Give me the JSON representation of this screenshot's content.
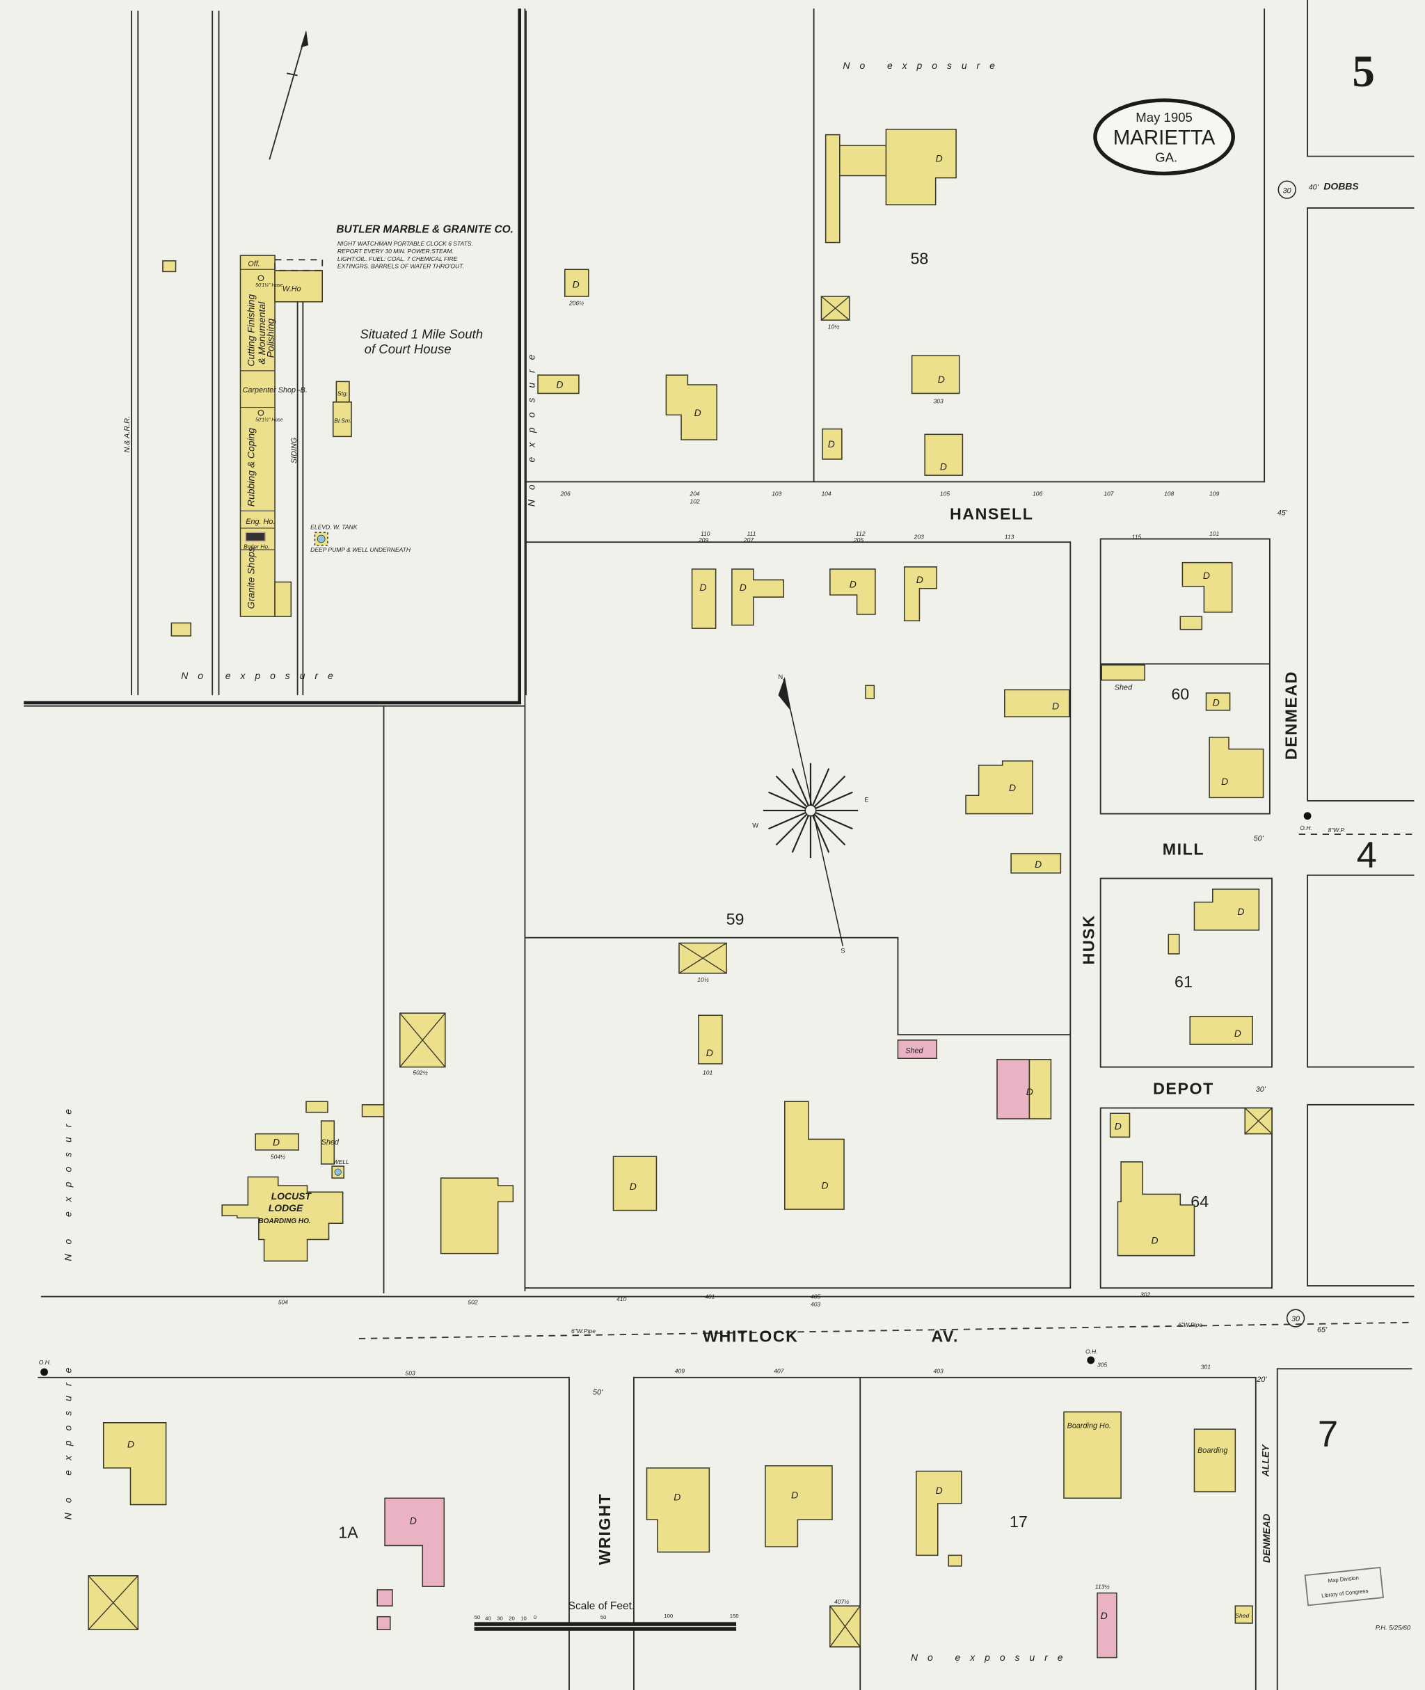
{
  "title": {
    "date": "May 1905",
    "city": "MARIETTA",
    "state": "GA."
  },
  "sheet_number": "5",
  "adjacent_sheets": {
    "east_mill": "4",
    "southeast": "7"
  },
  "colors": {
    "paper": "#f1f1ec",
    "frame_building": "#ece08c",
    "brick_building": "#e9b3c4",
    "water": "#8fc3e6"
  },
  "streets": {
    "hansell": "HANSELL",
    "mill": "MILL",
    "depot": "DEPOT",
    "husk": "HUSK",
    "denmead": "DENMEAD",
    "whitlock": "WHITLOCK",
    "whitlock_suffix": "AV.",
    "wright": "WRIGHT",
    "alley": "ALLEY",
    "dobbs": "DOBBS"
  },
  "street_widths": {
    "dobbs": "40'",
    "hansell": "45'",
    "mill": "50'",
    "depot": "30'",
    "whitlock": "65'",
    "wright": "50'",
    "denmead": "20'"
  },
  "blocks": {
    "b58": "58",
    "b59": "59",
    "b60": "60",
    "b61": "61",
    "b64": "64",
    "b17": "17",
    "b1a": "1A"
  },
  "exposure": {
    "label": "No exposure",
    "vertical": "No exposure"
  },
  "compass": {
    "n": "N",
    "s": "S",
    "e": "E",
    "w": "W"
  },
  "utilities": {
    "pipe_6": "6\"W.Pipe",
    "pipe_8": "8\"W.P.",
    "hydrant": "30",
    "oh": "O.H."
  },
  "railroad": "N.& A.R.R.",
  "inset": {
    "company": "BUTLER MARBLE & GRANITE CO.",
    "notes": [
      "NIGHT WATCHMAN PORTABLE CLOCK 6 STATS.",
      "REPORT EVERY 30 MIN. POWER:STEAM.",
      "LIGHT:OIL. FUEL: COAL. 7 CHEMICAL FIRE",
      "EXTINGRS. BARRELS OF WATER THRO'OUT."
    ],
    "location": [
      "Situated 1 Mile South",
      "of Court House"
    ],
    "buildings": {
      "office": "Off.",
      "warehouse": "W.Ho",
      "cutting": "Cutting Finishing",
      "monumental": "& Monumental",
      "polishing": "Polishing",
      "hose": "50'1½\" Hose",
      "carpenter": "Carpenter Shop -B.",
      "rubbing": "Rubbing & Coping",
      "engine": "Eng. Ho.",
      "boiler": "Boiler Ho.",
      "granite": "Granite Shops",
      "storage": "Stg.",
      "blacksmith": "Bl.Sm."
    },
    "siding": "SIDING",
    "tank": "ELEVD. W. TANK",
    "tank_note": "DEEP PUMP & WELL UNDERNEATH"
  },
  "building_labels": {
    "dwelling": "D",
    "shed": "Shed",
    "locust": [
      "LOCUST",
      "LODGE",
      "BOARDING HO."
    ],
    "well": "WELL",
    "boarding_ho": "Boarding Ho.",
    "boarding": "Boarding"
  },
  "house_numbers": {
    "h206": "206",
    "h204": "204",
    "h102": "102",
    "h103": "103",
    "h104": "104",
    "h105": "105",
    "h106": "106",
    "h107": "107",
    "h108": "108",
    "h109": "109",
    "h110": "110",
    "h209": "209",
    "h111": "111",
    "h207": "207",
    "h112": "112",
    "h205": "205",
    "h203": "203",
    "h113": "113",
    "h115": "115",
    "h101": "101",
    "h206h": "206½",
    "h303": "303",
    "h10h": "10½",
    "h101b": "101",
    "h502h": "502½",
    "h504h": "504½",
    "h504": "504",
    "h502": "502",
    "h410": "410",
    "h401": "401",
    "h405": "405",
    "h403": "403",
    "h503": "503",
    "h409": "409",
    "h407": "407",
    "h403b": "403",
    "h305": "305",
    "h301": "301",
    "h302": "302",
    "h407h": "407½",
    "h113h": "113½"
  },
  "scale": {
    "title": "Scale of Feet.",
    "ticks": [
      "50",
      "40",
      "30",
      "20",
      "10",
      "0",
      "50",
      "100",
      "150"
    ]
  },
  "stamp": {
    "line1": "Map Division",
    "line2": "Library of Congress"
  },
  "signature": "P.H. 5/25/60"
}
